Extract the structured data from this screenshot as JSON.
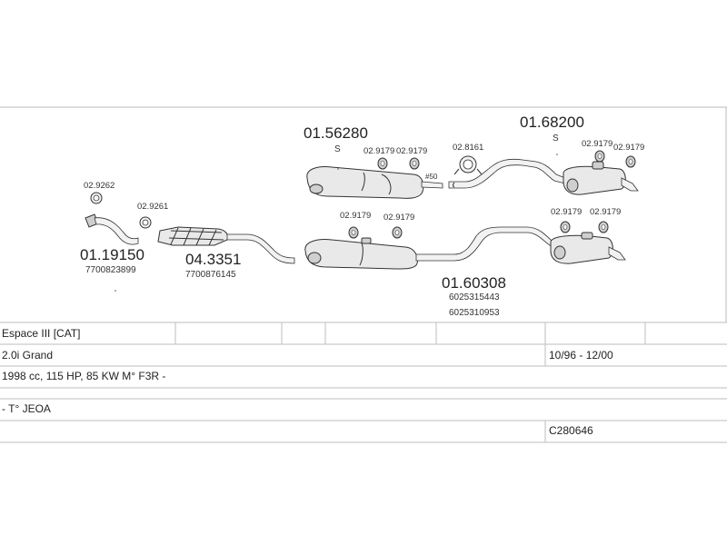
{
  "parts": {
    "p_01_56280": {
      "number": "01.56280",
      "suffix": "S"
    },
    "p_01_68200": {
      "number": "01.68200",
      "suffix": "S"
    },
    "p_01_19150": {
      "number": "01.19150",
      "oe": "7700823899"
    },
    "p_04_3351": {
      "number": "04.3351",
      "oe": "7700876145"
    },
    "p_01_60308": {
      "number": "01.60308",
      "oe1": "6025315443",
      "oe2": "6025310953"
    },
    "c_02_9262": "02.9262",
    "c_02_9261": "02.9261",
    "c_02_9179": "02.9179",
    "c_02_8161": "02.8161",
    "dia_50": "#50"
  },
  "table": {
    "model": "Espace III  [CAT]",
    "engine": "2.0i Grand",
    "period": "10/96 - 12/00",
    "spec": "1998 cc, 115 HP, 85 KW M° F3R -",
    "type": "- T° JEOA",
    "code": "C280646"
  }
}
